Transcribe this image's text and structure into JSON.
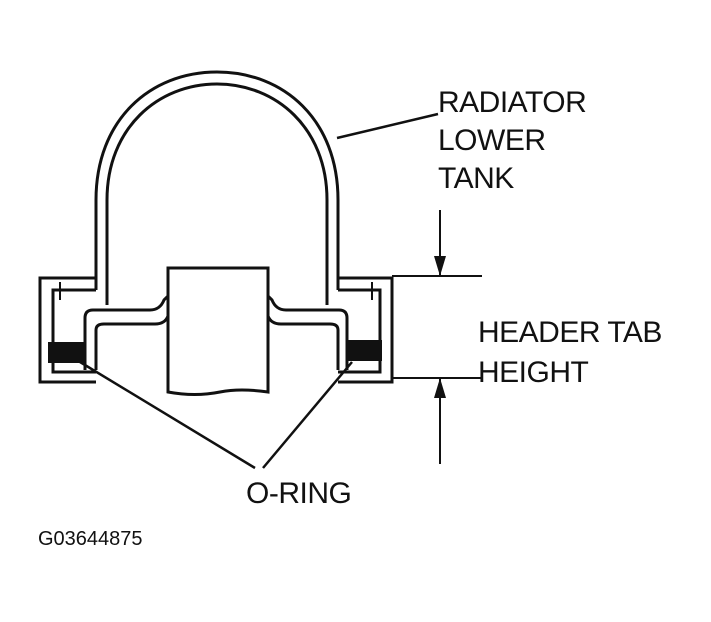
{
  "labels": {
    "radiator_lower_tank": [
      "RADIATOR",
      "LOWER",
      "TANK"
    ],
    "header_tab_height": [
      "HEADER TAB",
      "HEIGHT"
    ],
    "o_ring": "O-RING"
  },
  "figure_id": "G03644875",
  "colors": {
    "line": "#111111",
    "background": "#ffffff"
  }
}
